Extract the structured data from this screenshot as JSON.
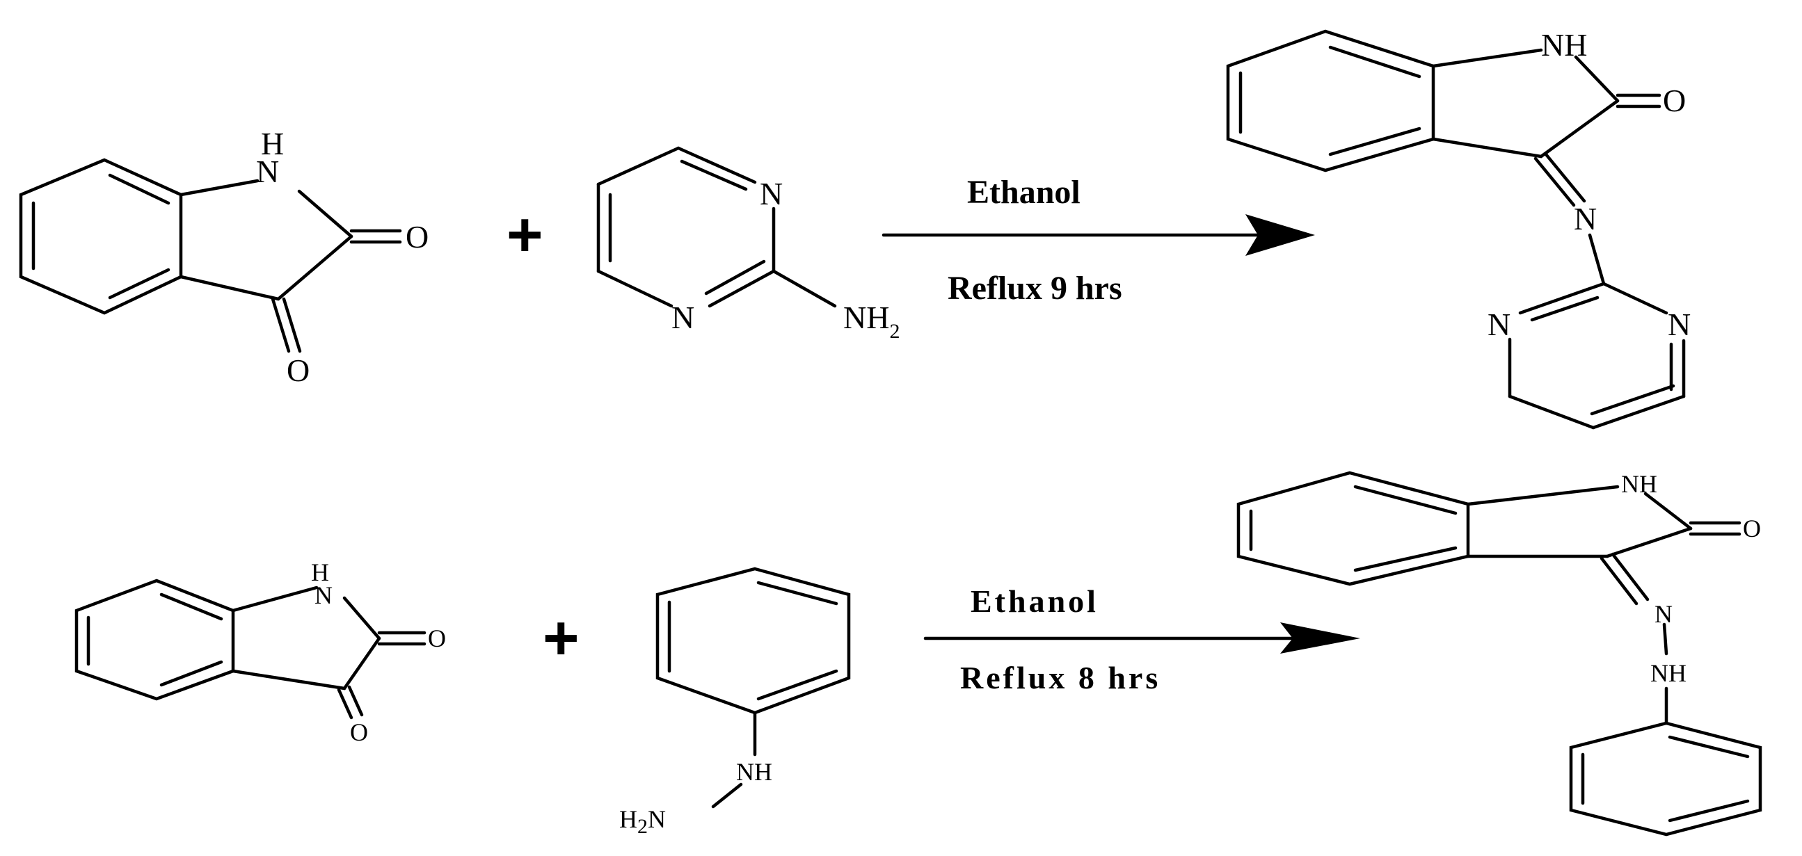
{
  "reactions": [
    {
      "reactant_1": {
        "atoms": {
          "nh": "H",
          "n": "N",
          "o_carbonyl": "O",
          "o_ketone": "O"
        }
      },
      "plus": "+",
      "reactant_2": {
        "atoms": {
          "n_top": "N",
          "n_bottom": "N",
          "amine": "NH",
          "amine_sub": "2"
        }
      },
      "conditions": {
        "solvent": "Ethanol",
        "time": "Reflux 9 hrs"
      },
      "product": {
        "atoms": {
          "nh": "NH",
          "o": "O",
          "n_imine": "N",
          "n_left": "N",
          "n_right": "N"
        }
      }
    },
    {
      "reactant_1": {
        "atoms": {
          "nh": "H",
          "n": "N",
          "o_carbonyl": "O",
          "o_ketone": "O"
        }
      },
      "plus": "+",
      "reactant_2": {
        "atoms": {
          "nh": "NH",
          "amine_h": "H",
          "amine_sub": "2",
          "amine_n": "N"
        }
      },
      "conditions": {
        "solvent": "Ethanol",
        "time": "Reflux 8 hrs"
      },
      "product": {
        "atoms": {
          "nh": "NH",
          "o": "O",
          "n_azo": "N",
          "nh_hydrazone": "NH"
        }
      }
    }
  ]
}
